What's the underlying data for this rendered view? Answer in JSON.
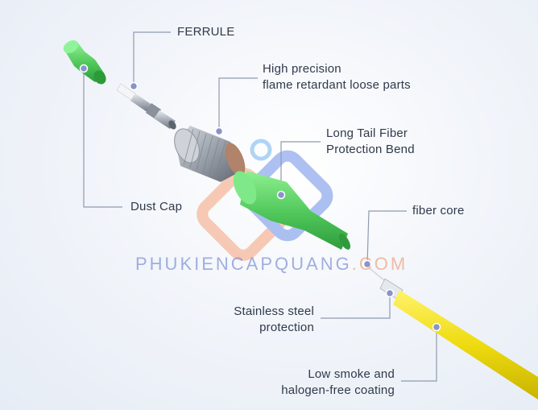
{
  "labels": {
    "ferrule": "FERRULE",
    "loose_parts_line1": "High precision",
    "loose_parts_line2": "flame retardant loose parts",
    "bend_line1": "Long Tail Fiber",
    "bend_line2": "Protection Bend",
    "dust_cap": "Dust Cap",
    "fiber_core": "fiber core",
    "steel_line1": "Stainless steel",
    "steel_line2": "protection",
    "coating_line1": "Low smoke and",
    "coating_line2": "halogen-free coating"
  },
  "watermark": {
    "main": "PHUKIENCAPQUANG",
    "suffix": ".COM"
  },
  "colors": {
    "leader_line": "#8e9bb0",
    "anchor_dot": "#8a93c8",
    "cap_green": "#5fd06a",
    "fiber_yellow": "#f2e11a",
    "metal": "#b9bec6",
    "logo_orange": "#f6a27a",
    "logo_blue": "#6d8fe8"
  }
}
